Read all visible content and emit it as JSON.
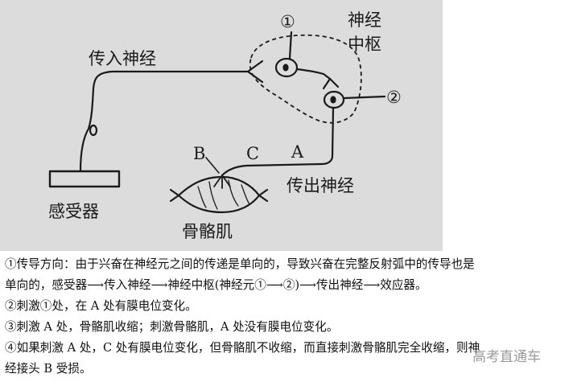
{
  "diagram": {
    "labels": {
      "afferent_nerve": "传入神经",
      "nerve_center_line1": "神经",
      "nerve_center_line2": "中枢",
      "neuron_1": "①",
      "neuron_2": "②",
      "efferent_nerve": "传出神经",
      "receptor": "感受器",
      "skeletal_muscle": "骨骼肌",
      "point_a": "A",
      "point_b": "B",
      "point_c": "C"
    }
  },
  "text": {
    "line1": "①传导方向：由于兴奋在神经元之间的传递是单向的，导致兴奋在完整反射弧中的传导也是",
    "line2": "单向的，感受器⟶传入神经⟶神经中枢(神经元①⟶②)⟶传出神经⟶效应器。",
    "line3": "②刺激①处，在 A 处有膜电位变化。",
    "line4": "③刺激 A 处，骨骼肌收缩；刺激骨骼肌，A 处没有膜电位变化。",
    "line5": "④如果刺激 A 处，C 处有膜电位变化，但骨骼肌不收缩，而直接刺激骨骼肌完全收缩，则神",
    "line6": "经接头 B 受损。"
  },
  "watermark": "高考直通车"
}
